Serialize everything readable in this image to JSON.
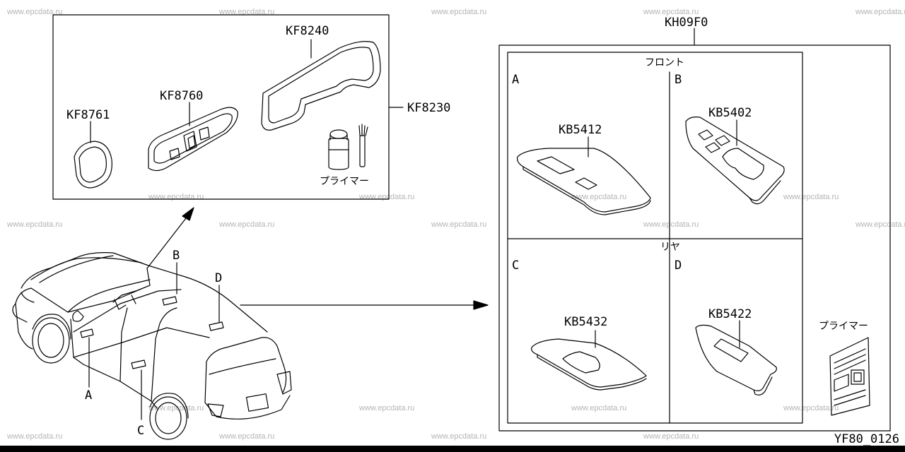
{
  "watermark": "www.epcdata.ru",
  "kit_group": {
    "kit_label": "KF8230",
    "parts": [
      {
        "code": "KF8240"
      },
      {
        "code": "KF8760"
      },
      {
        "code": "KF8761"
      }
    ],
    "primer_label": "プライマー"
  },
  "finisher_set": {
    "set_label": "KH09F0",
    "front_label": "フロント",
    "rear_label": "リヤ",
    "cells": [
      {
        "position": "A",
        "code": "KB5412"
      },
      {
        "position": "B",
        "code": "KB5402"
      },
      {
        "position": "C",
        "code": "KB5432"
      },
      {
        "position": "D",
        "code": "KB5422"
      }
    ],
    "primer_label": "プライマー"
  },
  "vehicle_callouts": [
    "A",
    "B",
    "C",
    "D"
  ],
  "diagram_code": "YF80_0126"
}
